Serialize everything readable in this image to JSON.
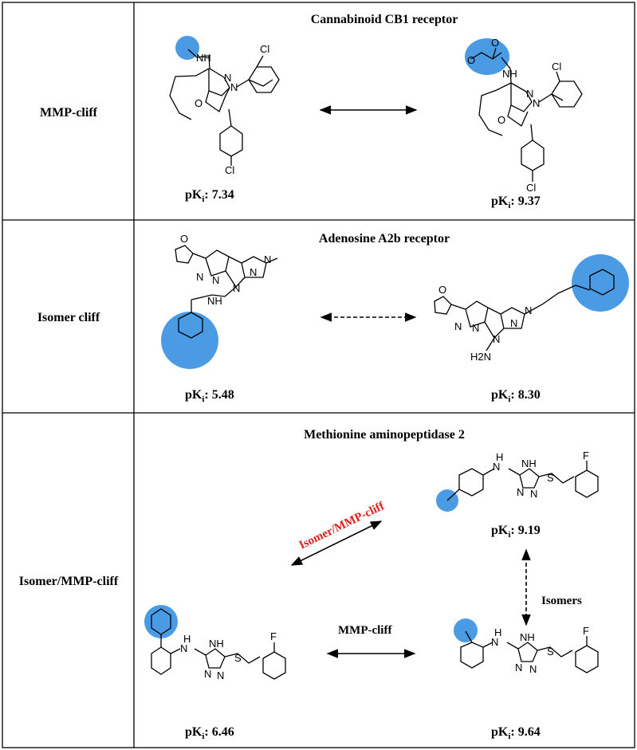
{
  "colors": {
    "highlight": "#4a9be4",
    "cliff_label": "#e02020",
    "line": "#000000"
  },
  "rows": [
    {
      "label": "MMP-cliff",
      "title": "Cannabinoid CB1 receptor",
      "left_value": "7.34",
      "right_value": "9.37"
    },
    {
      "label": "Isomer cliff",
      "title": "Adenosine A2b receptor",
      "left_value": "5.48",
      "right_value": "8.30"
    },
    {
      "label": "Isomer/MMP-cliff",
      "title": "Methionine aminopeptidase 2",
      "top_right_value": "9.19",
      "bottom_left_value": "6.46",
      "bottom_right_value": "9.64",
      "diag_label": "Isomer/MMP-cliff",
      "isomers_label": "Isomers",
      "mmp_label": "MMP-cliff"
    }
  ],
  "pki_prefix": "pK",
  "pki_sub": "i",
  "atom_labels": {
    "nh": "NH",
    "n": "N",
    "o": "O",
    "cl": "Cl",
    "f": "F",
    "s": "S",
    "h": "H",
    "h2n": "H2N"
  }
}
